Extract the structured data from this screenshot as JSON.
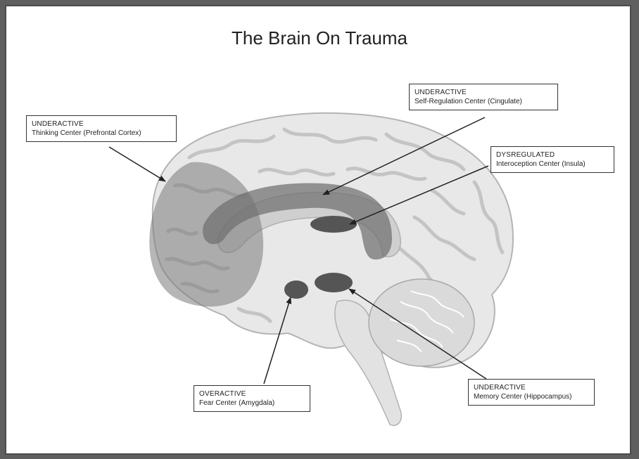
{
  "title": "The Brain On Trauma",
  "regions": {
    "prefrontal": {
      "status": "UNDERACTIVE",
      "label": "Thinking Center  (Prefrontal Cortex)"
    },
    "cingulate": {
      "status": "UNDERACTIVE",
      "label": "Self-Regulation Center  (Cingulate)"
    },
    "insula": {
      "status": "DYSREGULATED",
      "label": "Interoception Center  (Insula)"
    },
    "amygdala": {
      "status": "OVERACTIVE",
      "label": "Fear Center  (Amygdala)"
    },
    "hippocampus": {
      "status": "UNDERACTIVE",
      "label": "Memory Center  (Hippocampus)"
    }
  },
  "colors": {
    "background": "#ffffff",
    "frame": "#4a4a4a",
    "brain_fill": "#e6e6e6",
    "fold_stroke": "#c2c2c2",
    "region_dark": "#6b6b6b",
    "region_mid": "#8a8a8a"
  }
}
